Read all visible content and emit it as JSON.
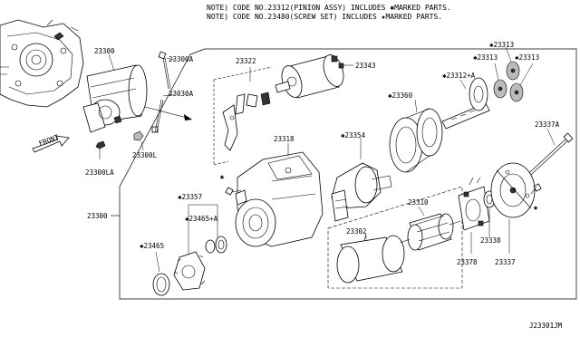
{
  "notes": {
    "line1": "NOTE) CODE NO.23312(PINION ASSY) INCLUDES ✱MARKED PARTS.",
    "line2": "NOTE) CODE NO.23480(SCREW SET) INCLUDES ★MARKED PARTS."
  },
  "labels": {
    "p23300": "23300",
    "p23300a": "23300A",
    "p23030a": "23030A",
    "p23300l": "23300L",
    "p23300la": "23300LA",
    "front": "FRONT",
    "p23300_main": "23300",
    "p23322": "23322",
    "p23343": "23343",
    "p23360": "✱23360",
    "p23313a": "✱23313",
    "p23313b": "✱23313",
    "p23313c": "✱23313",
    "p23312a": "✱23312+A",
    "p23337a": "23337A",
    "p23318": "23318",
    "p23354": "✱23354",
    "p23357": "✱23357",
    "p23465a": "✱23465+A",
    "p23465": "✱23465",
    "p23310": "23310",
    "p23302": "23302",
    "p23378": "23378",
    "p23338": "23338",
    "p23337": "23337",
    "diagram_code": "J23301JM"
  }
}
